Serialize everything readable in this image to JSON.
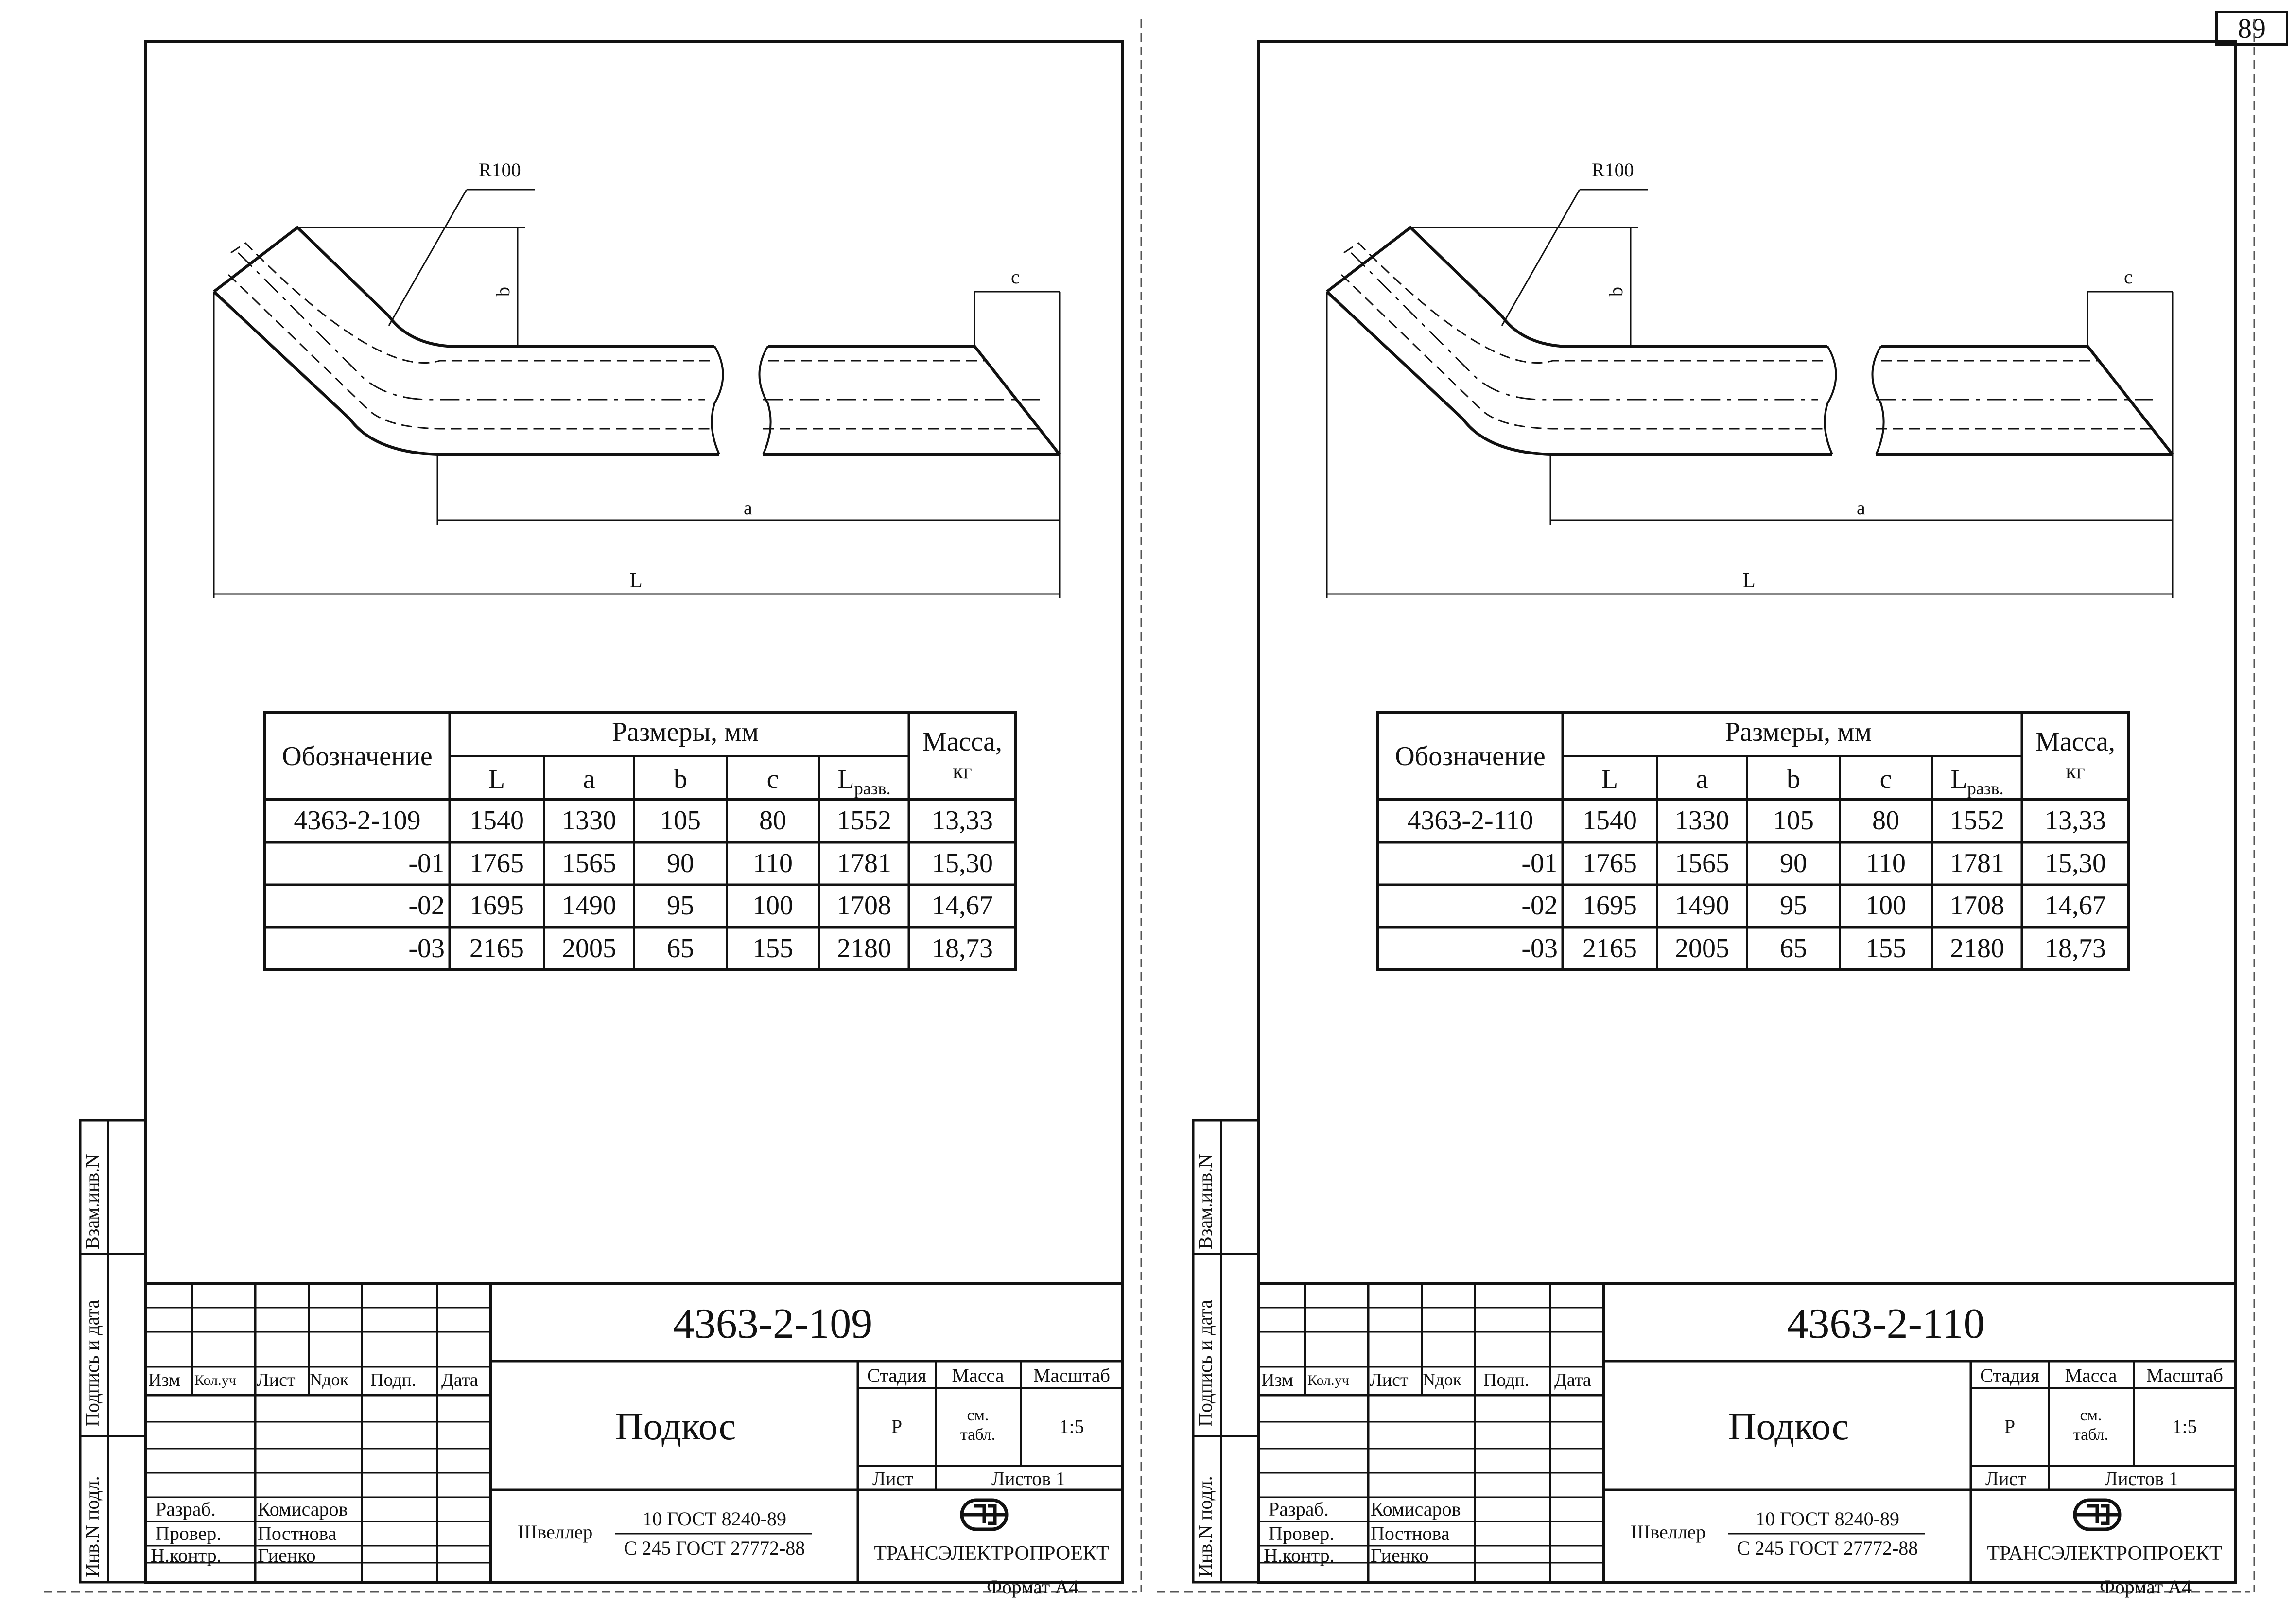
{
  "page_number": "89",
  "format_label": "Формат А4",
  "sheets": [
    {
      "drawing": {
        "radius_label": "R100",
        "dim_b": "b",
        "dim_c": "c",
        "dim_a": "a",
        "dim_L": "L"
      },
      "table": {
        "col_designation": "Обозначение",
        "group_header": "Размеры, мм",
        "col_mass": "Масса,",
        "col_mass_unit": "кг",
        "cols": [
          "L",
          "a",
          "b",
          "c"
        ],
        "col_L_dev_main": "L",
        "col_L_dev_sub": "разв.",
        "rows": [
          {
            "designation": "4363-2-109",
            "L": "1540",
            "a": "1330",
            "b": "105",
            "c": "80",
            "L_dev": "1552",
            "mass": "13,33"
          },
          {
            "designation": "-01",
            "L": "1765",
            "a": "1565",
            "b": "90",
            "c": "110",
            "L_dev": "1781",
            "mass": "15,30"
          },
          {
            "designation": "-02",
            "L": "1695",
            "a": "1490",
            "b": "95",
            "c": "100",
            "L_dev": "1708",
            "mass": "14,67"
          },
          {
            "designation": "-03",
            "L": "2165",
            "a": "2005",
            "b": "65",
            "c": "155",
            "L_dev": "2180",
            "mass": "18,73"
          }
        ]
      },
      "side_labels": {
        "inv_sub": "Взам.инв.N",
        "sign_date": "Подпись и дата",
        "inv_orig": "Инв.N подл."
      },
      "title_block": {
        "doc_number": "4363-2-109",
        "name": "Подкос",
        "rev_headers": [
          "Изм",
          "Кол.уч",
          "Лист",
          "Nдок",
          "Подп.",
          "Дата"
        ],
        "roles": [
          {
            "role": "Разраб.",
            "person": "Комисаров"
          },
          {
            "role": "Провер.",
            "person": "Постнова"
          },
          {
            "role": "Н.контр.",
            "person": "Гиенко"
          }
        ],
        "stage_label": "Стадия",
        "mass_label": "Масса",
        "scale_label": "Масштаб",
        "stage": "Р",
        "mass_line1": "см.",
        "mass_line2": "табл.",
        "scale": "1:5",
        "sheet_label": "Лист",
        "sheets_label": "Листов 1",
        "material_prefix": "Швеллер",
        "material_top": "10 ГОСТ 8240-89",
        "material_bottom": "С 245 ГОСТ 27772-88",
        "company": "ТРАНСЭЛЕКТРОПРОЕКТ"
      }
    },
    {
      "drawing": {
        "radius_label": "R100",
        "dim_b": "b",
        "dim_c": "c",
        "dim_a": "a",
        "dim_L": "L"
      },
      "table": {
        "col_designation": "Обозначение",
        "group_header": "Размеры, мм",
        "col_mass": "Масса,",
        "col_mass_unit": "кг",
        "cols": [
          "L",
          "a",
          "b",
          "c"
        ],
        "col_L_dev_main": "L",
        "col_L_dev_sub": "разв.",
        "rows": [
          {
            "designation": "4363-2-110",
            "L": "1540",
            "a": "1330",
            "b": "105",
            "c": "80",
            "L_dev": "1552",
            "mass": "13,33"
          },
          {
            "designation": "-01",
            "L": "1765",
            "a": "1565",
            "b": "90",
            "c": "110",
            "L_dev": "1781",
            "mass": "15,30"
          },
          {
            "designation": "-02",
            "L": "1695",
            "a": "1490",
            "b": "95",
            "c": "100",
            "L_dev": "1708",
            "mass": "14,67"
          },
          {
            "designation": "-03",
            "L": "2165",
            "a": "2005",
            "b": "65",
            "c": "155",
            "L_dev": "2180",
            "mass": "18,73"
          }
        ]
      },
      "side_labels": {
        "inv_sub": "Взам.инв.N",
        "sign_date": "Подпись и дата",
        "inv_orig": "Инв.N подл."
      },
      "title_block": {
        "doc_number": "4363-2-110",
        "name": "Подкос",
        "rev_headers": [
          "Изм",
          "Кол.уч",
          "Лист",
          "Nдок",
          "Подп.",
          "Дата"
        ],
        "roles": [
          {
            "role": "Разраб.",
            "person": "Комисаров"
          },
          {
            "role": "Провер.",
            "person": "Постнова"
          },
          {
            "role": "Н.контр.",
            "person": "Гиенко"
          }
        ],
        "stage_label": "Стадия",
        "mass_label": "Масса",
        "scale_label": "Масштаб",
        "stage": "Р",
        "mass_line1": "см.",
        "mass_line2": "табл.",
        "scale": "1:5",
        "sheet_label": "Лист",
        "sheets_label": "Листов 1",
        "material_prefix": "Швеллер",
        "material_top": "10 ГОСТ 8240-89",
        "material_bottom": "С 245 ГОСТ 27772-88",
        "company": "ТРАНСЭЛЕКТРОПРОЕКТ"
      }
    }
  ]
}
